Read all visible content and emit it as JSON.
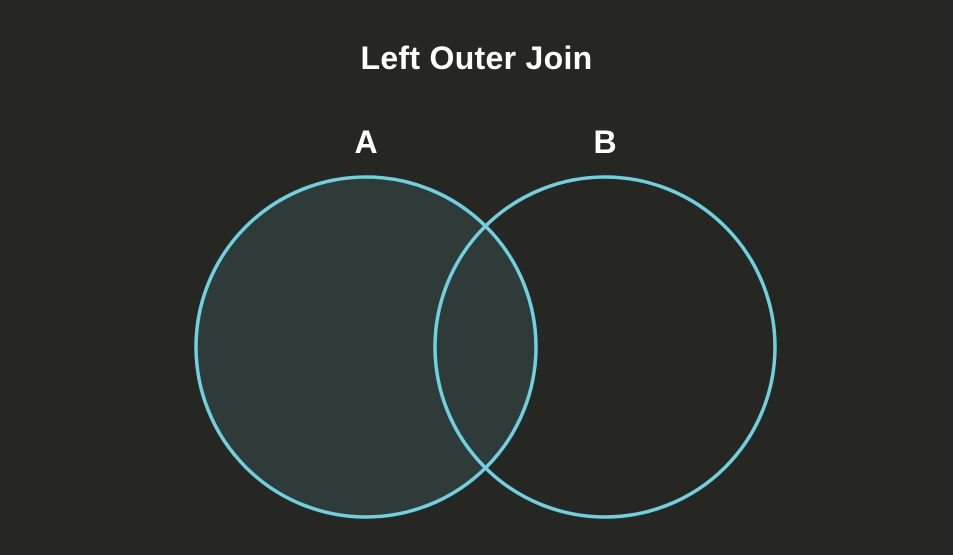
{
  "diagram": {
    "title": "Left Outer Join",
    "sets": [
      {
        "label": "A",
        "highlighted": true
      },
      {
        "label": "B",
        "highlighted": false
      }
    ],
    "highlighted_region": "A (including A ∩ B)"
  },
  "colors": {
    "background": "#262622",
    "circle_stroke": "#6fd0e0",
    "highlight_fill": "#2e3b39",
    "text": "#ffffff"
  }
}
